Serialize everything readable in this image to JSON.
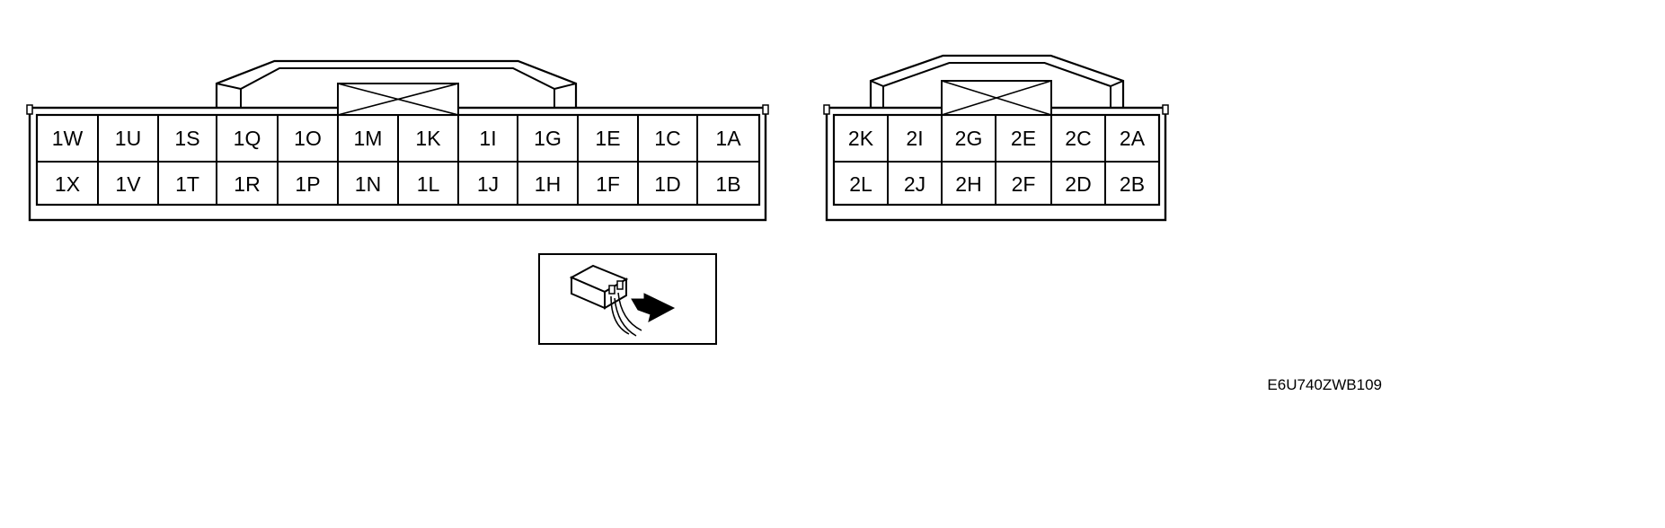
{
  "connectors": [
    {
      "id": "connector-1",
      "rows": [
        [
          "1W",
          "1U",
          "1S",
          "1Q",
          "1O",
          "1M",
          "1K",
          "1I",
          "1G",
          "1E",
          "1C",
          "1A"
        ],
        [
          "1X",
          "1V",
          "1T",
          "1R",
          "1P",
          "1N",
          "1L",
          "1J",
          "1H",
          "1F",
          "1D",
          "1B"
        ]
      ]
    },
    {
      "id": "connector-2",
      "rows": [
        [
          "2K",
          "2I",
          "2G",
          "2E",
          "2C",
          "2A"
        ],
        [
          "2L",
          "2J",
          "2H",
          "2F",
          "2D",
          "2B"
        ]
      ]
    }
  ],
  "inset": {
    "icon": "connector-terminal-view-icon"
  },
  "figure_code": "E6U740ZWB109",
  "colors": {
    "line": "#000000",
    "background": "#ffffff"
  }
}
